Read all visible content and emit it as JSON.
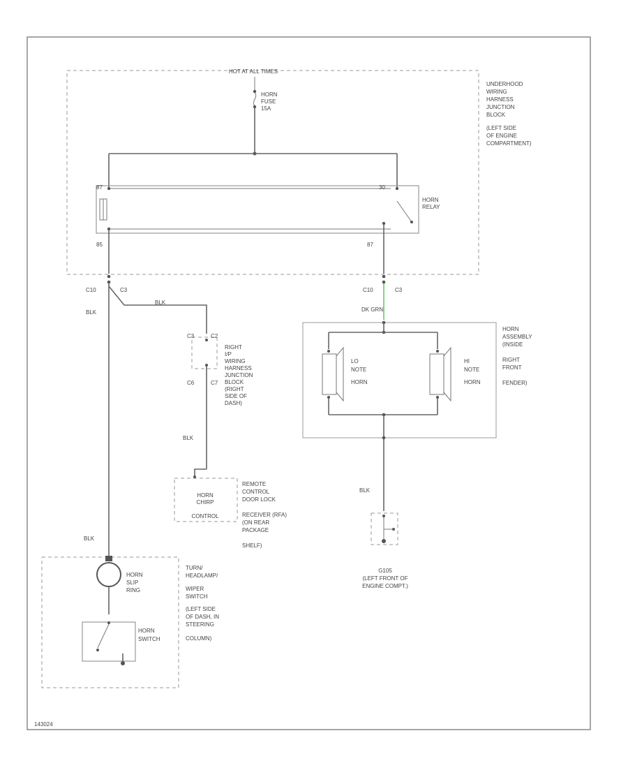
{
  "hot_label": "HOT AT ALL TIMES",
  "fuse_label": [
    "HORN",
    "FUSE",
    "15A"
  ],
  "ujb_label": [
    "UNDERHOOD",
    "WIRING",
    "HARNESS",
    "JUNCTION",
    "BLOCK",
    "(LEFT SIDE",
    "OF ENGINE",
    "COMPARTMENT)"
  ],
  "relay_label": [
    "HORN",
    "RELAY"
  ],
  "relay_pins": {
    "top_left": "87",
    "top_right": "30",
    "bottom_left": "85",
    "bottom_right": "87"
  },
  "conn_left": {
    "a": "C10",
    "b": "C3"
  },
  "conn_right": {
    "a": "C10",
    "b": "C3"
  },
  "wire_blk": "BLK",
  "wire_dkgrn": "DK GRN",
  "wire_blk2": "BLK",
  "rjb_conn": {
    "top_left": "C3",
    "top_right": "C2",
    "bottom_left": "C6",
    "bottom_right": "C7"
  },
  "rjb_label": [
    "RIGHT",
    "I/P",
    "WIRING",
    "HARNESS",
    "JUNCTION",
    "BLOCK",
    "(RIGHT",
    "SIDE OF",
    "DASH)"
  ],
  "horn_assembly_label": [
    "HORN",
    "ASSEMBLY",
    "(INSIDE",
    "RIGHT",
    "FRONT",
    "FENDER)"
  ],
  "lo_horn": [
    "LO",
    "NOTE",
    "HORN"
  ],
  "hi_horn": [
    "HI",
    "NOTE",
    "HORN"
  ],
  "horn_chirp": [
    "HORN",
    "CHIRP",
    "CONTROL"
  ],
  "remote_label": [
    "REMOTE",
    "CONTROL",
    "DOOR LOCK",
    "RECEIVER (RFA)",
    "(ON REAR",
    "PACKAGE",
    "SHELF)"
  ],
  "ground_label": [
    "G105",
    "(LEFT FRONT OF",
    "ENGINE COMPT.)"
  ],
  "slip_ring": [
    "HORN",
    "SLIP",
    "RING"
  ],
  "horn_switch": [
    "HORN",
    "SWITCH"
  ],
  "turn_label": [
    "TURN/",
    "HEADLAMP/",
    "WIPER",
    "SWITCH",
    "(LEFT SIDE",
    "OF DASH, IN",
    "STEERING",
    "COLUMN)"
  ],
  "ref_code": "143024"
}
